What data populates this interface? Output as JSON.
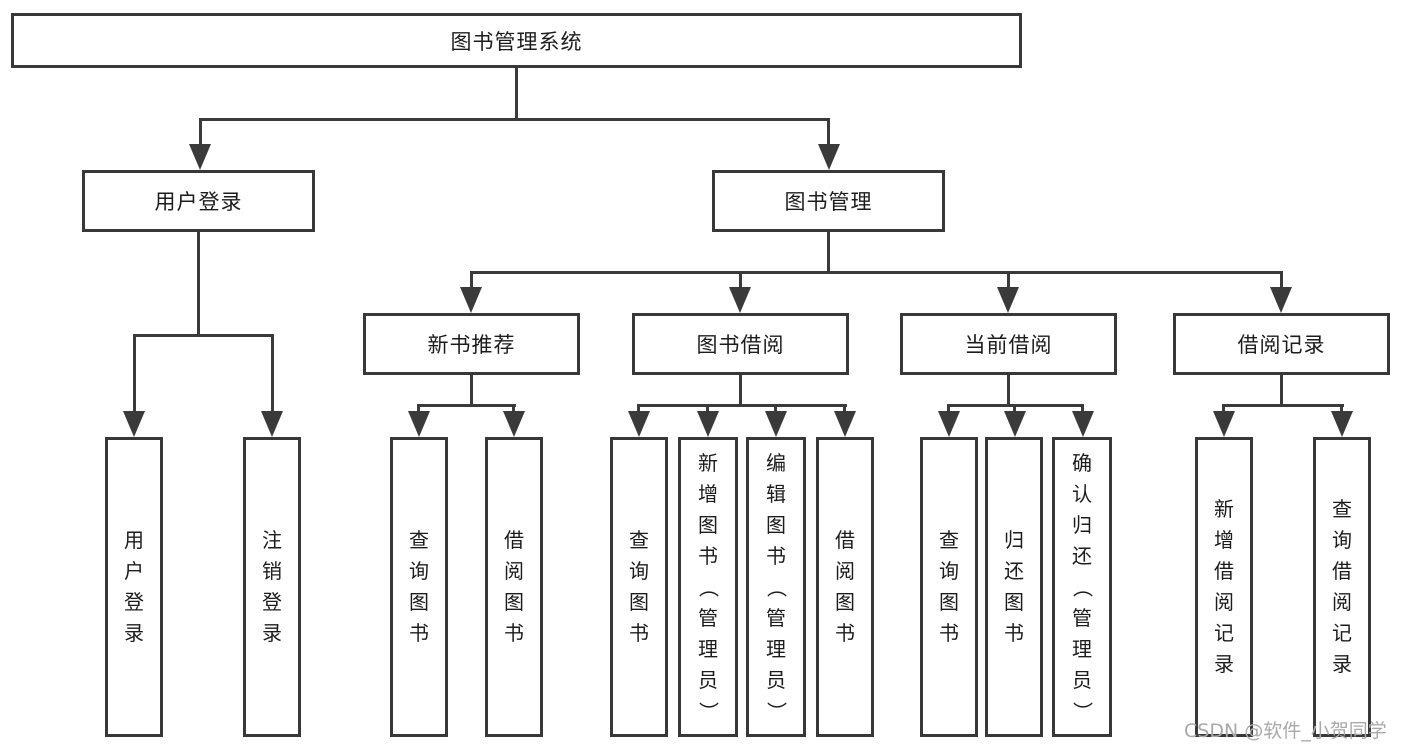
{
  "diagram": {
    "title": "图书管理系统",
    "level2": {
      "user_login": "用户登录",
      "book_management": "图书管理"
    },
    "level3": {
      "new_book_recommend": "新书推荐",
      "book_borrow": "图书借阅",
      "current_borrow": "当前借阅",
      "borrow_records": "借阅记录"
    },
    "leaves": {
      "login": "用户登录",
      "logout": "注销登录",
      "nb_query_books": "查询图书",
      "nb_borrow_books": "借阅图书",
      "bb_query_books": "查询图书",
      "bb_add_books": "新增图书（管理员）",
      "bb_edit_books": "编辑图书（管理员）",
      "bb_borrow_books": "借阅图书",
      "cb_query_books": "查询图书",
      "cb_return_books": "归还图书",
      "cb_confirm_return": "确认归还（管理员）",
      "br_add_record": "新增借阅记录",
      "br_query_record": "查询借阅记录"
    }
  },
  "watermark": "CSDN @软件_小贺同学",
  "colors": {
    "line": "#3a3a3a",
    "border": "#383838",
    "text": "#1c1c1c",
    "watermark": "#a9a9a9",
    "background": "#ffffff"
  }
}
